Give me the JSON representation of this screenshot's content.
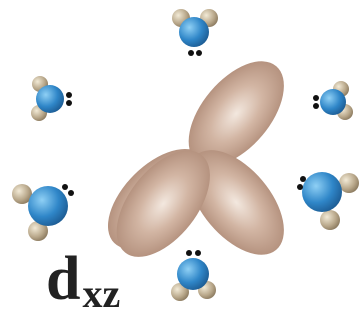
{
  "diagram": {
    "orbital_label": {
      "main": "d",
      "subscript": "xz"
    },
    "colors": {
      "orbital_lobe": "#c8aa98",
      "orbital_lobe_shadow": "#a98470",
      "ligand_center": "#2f86c8",
      "ligand_center_light": "#7fc3ee",
      "hydrogen": "#b8a78a",
      "hydrogen_light": "#ede4cd",
      "lone_pair_electron": "#111111"
    },
    "ligands": [
      {
        "name": "water-ligand-top"
      },
      {
        "name": "water-ligand-upper-left"
      },
      {
        "name": "water-ligand-upper-right"
      },
      {
        "name": "water-ligand-lower-left"
      },
      {
        "name": "water-ligand-lower-right"
      },
      {
        "name": "water-ligand-bottom"
      }
    ]
  }
}
